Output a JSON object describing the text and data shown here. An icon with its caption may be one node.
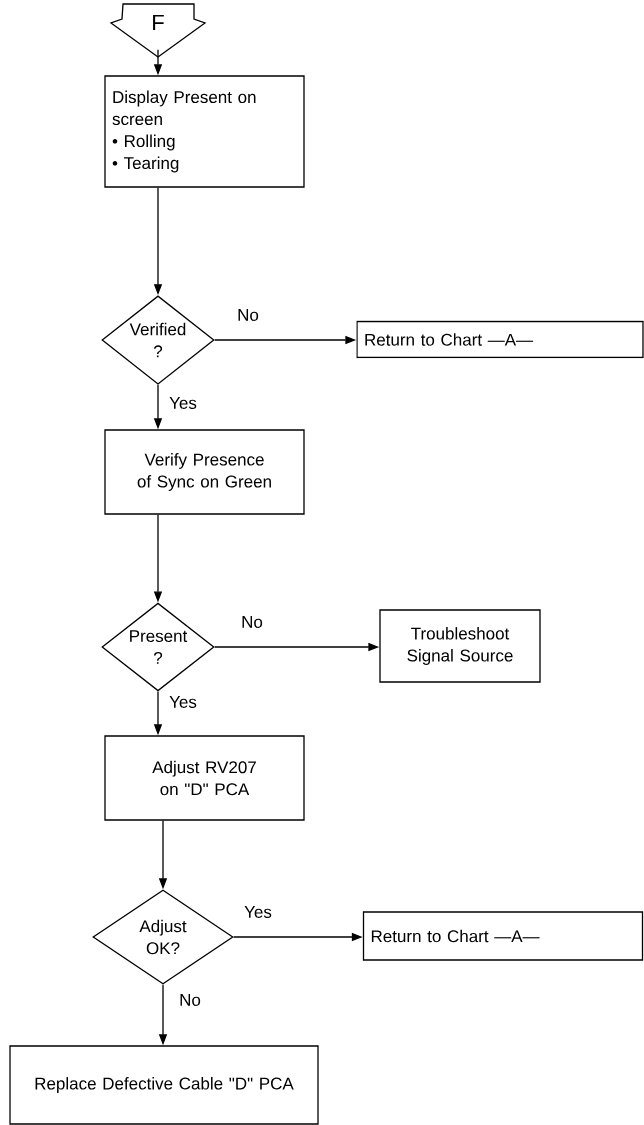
{
  "diagram": {
    "nodes": [
      {
        "text": [
          "F"
        ]
      },
      {
        "text": [
          "Display Present on screen",
          "• Rolling",
          "• Tearing"
        ]
      },
      {
        "text": [
          "Verified ?"
        ]
      },
      {
        "text": [
          "Return to Chart —A—"
        ]
      },
      {
        "text": [
          "Verify Presence of Sync on Green"
        ]
      },
      {
        "text": [
          "Present ?"
        ]
      },
      {
        "text": [
          "Troubleshoot Signal Source"
        ]
      },
      {
        "text": [
          "Adjust RV207 on \"D\" PCA"
        ]
      },
      {
        "text": [
          "Adjust OK?"
        ]
      },
      {
        "text": [
          "Return to Chart —A—"
        ]
      },
      {
        "text": [
          "Replace Defective Cable \"D\" PCA"
        ]
      }
    ],
    "edges": [
      {
        "from": 0,
        "to": 1,
        "arrow": "to"
      },
      {
        "from": 1,
        "to": 2,
        "arrow": "to"
      },
      {
        "from": 2,
        "to": 3,
        "arrow": "to",
        "label": "No"
      },
      {
        "from": 2,
        "to": 4,
        "arrow": "to",
        "label": "Yes"
      },
      {
        "from": 4,
        "to": 5,
        "arrow": "to"
      },
      {
        "from": 5,
        "to": 6,
        "arrow": "to",
        "label": "No"
      },
      {
        "from": 5,
        "to": 7,
        "arrow": "to",
        "label": "Yes"
      },
      {
        "from": 7,
        "to": 8,
        "arrow": "to"
      },
      {
        "from": 8,
        "to": 9,
        "arrow": "to",
        "label": "Yes"
      },
      {
        "from": 8,
        "to": 10,
        "arrow": "to",
        "label": "No"
      }
    ]
  }
}
